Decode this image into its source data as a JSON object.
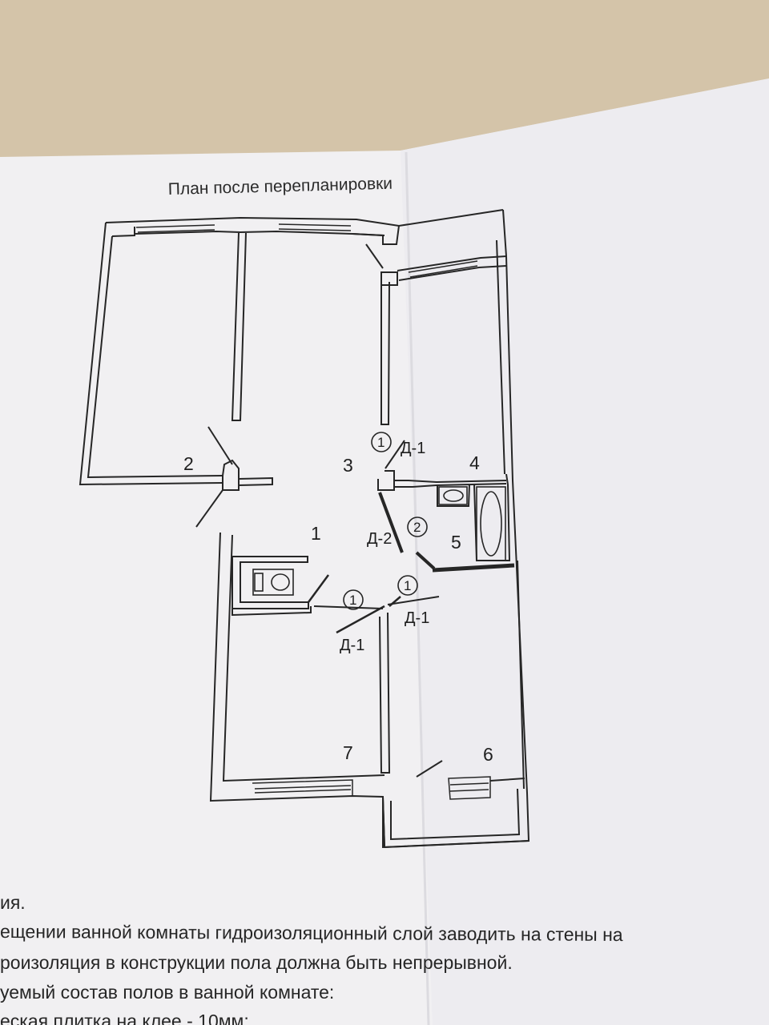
{
  "document": {
    "title": "План после перепланировки",
    "rooms": {
      "r1": "1",
      "r2": "2",
      "r3": "3",
      "r4": "4",
      "r5": "5",
      "r6": "6",
      "r7": "7"
    },
    "doors": {
      "d1": "Д-1",
      "d2": "Д-2"
    },
    "markers": {
      "m1": "1",
      "m2": "2"
    },
    "notes": [
      "ия.",
      "ещении ванной комнаты гидроизоляционный слой заводить на стены на",
      "роизоляция в конструкции пола должна быть непрерывной.",
      "уемый состав полов в ванной комнате:",
      "еская плитка на клее - 10мм;"
    ]
  }
}
